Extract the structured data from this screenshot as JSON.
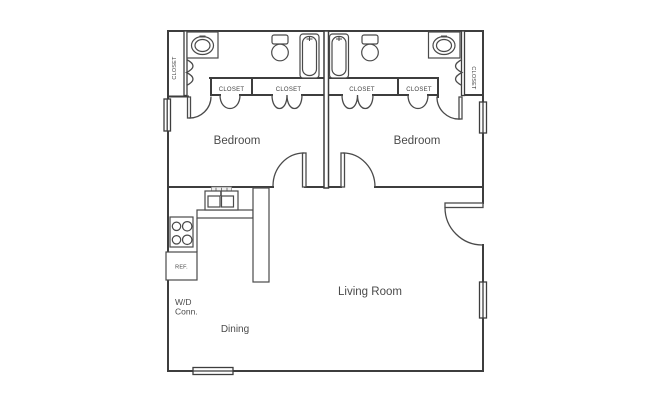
{
  "plan": {
    "bg_color": "#ffffff",
    "wall_color": "#3d3d3d",
    "fixture_color": "#4a4a4a",
    "text_color": "#4a4a4a",
    "rooms": {
      "bedroom_left": "Bedroom",
      "bedroom_right": "Bedroom",
      "living_room": "Living Room",
      "dining": "Dining"
    },
    "closet_labels": [
      "CLOSET",
      "CLOSET",
      "CLOSET",
      "CLOSET",
      "CLOSET",
      "CLOSET"
    ],
    "kitchen": {
      "refrigerator": "REF."
    },
    "laundry": {
      "line1": "W/D",
      "line2": "Conn."
    }
  }
}
